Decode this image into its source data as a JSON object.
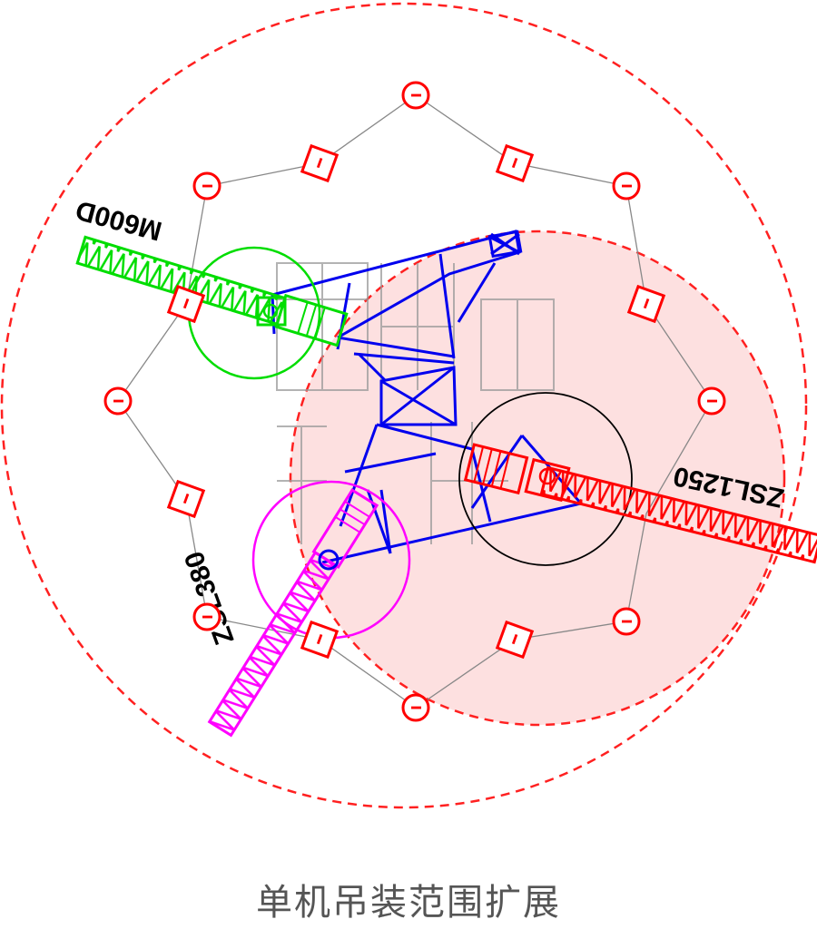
{
  "caption": "单机吊装范围扩展",
  "cranes": [
    {
      "id": "m600d",
      "label": "M600D",
      "color": "#00dd00"
    },
    {
      "id": "zsl1250",
      "label": "ZSL1250",
      "color": "#ff0000"
    },
    {
      "id": "zsl380",
      "label": "ZSL380",
      "color": "#ff00ff"
    }
  ],
  "pile_letter": "I",
  "colors": {
    "range_circle": "#ff2020",
    "range_fill": "#fde0e0",
    "outline": "#888888",
    "structure": "#0000ee",
    "slew_circle": "#000000",
    "watermark": "#9a9a9a"
  }
}
